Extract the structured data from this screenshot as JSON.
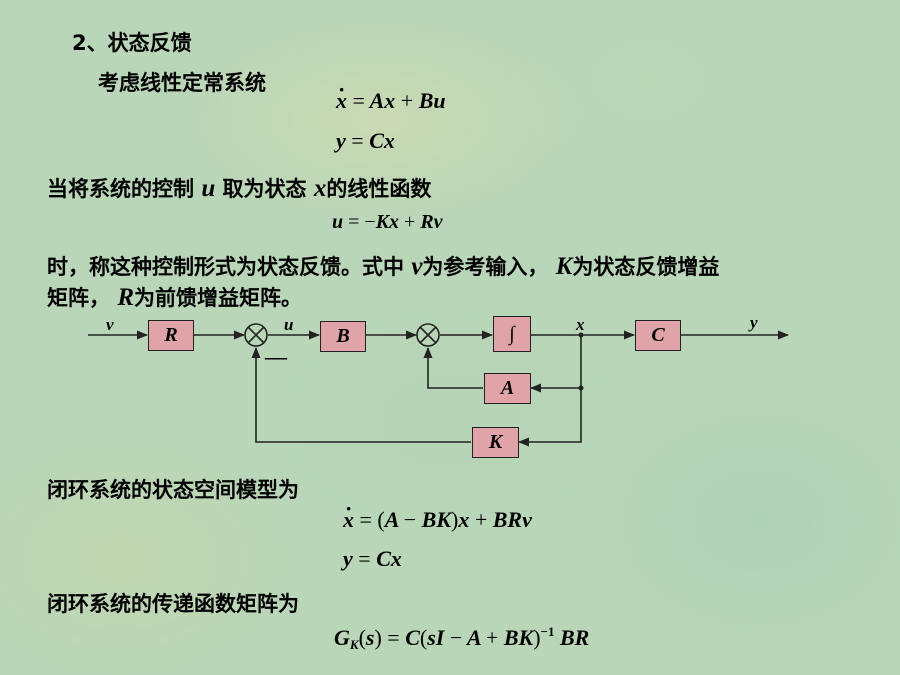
{
  "heading": "2、状态反馈",
  "intro": "考虑线性定常系统",
  "line_control_a": "当将系统的控制",
  "line_control_u": "u",
  "line_control_b": "取为状态",
  "line_control_x": "x",
  "line_control_c": "的线性函数",
  "desc1_a": "时，称这种控制形式为状态反馈。式中",
  "desc1_v": "v",
  "desc1_b": "为参考输入，",
  "desc1_k": "K",
  "desc1_c": "为状态反馈增益",
  "desc2_a": "矩阵，",
  "desc2_r": "R",
  "desc2_b": "为前馈增益矩阵。",
  "closed_loop_model": "闭环系统的状态空间模型为",
  "closed_loop_tf": "闭环系统的传递函数矩阵为",
  "diagram": {
    "blocks": {
      "R": "R",
      "B": "B",
      "integrator": "∫",
      "C": "C",
      "A": "A",
      "K": "K"
    },
    "signals": {
      "v": "v",
      "u": "u",
      "x": "x",
      "y": "y"
    },
    "minus_sign": "—"
  }
}
